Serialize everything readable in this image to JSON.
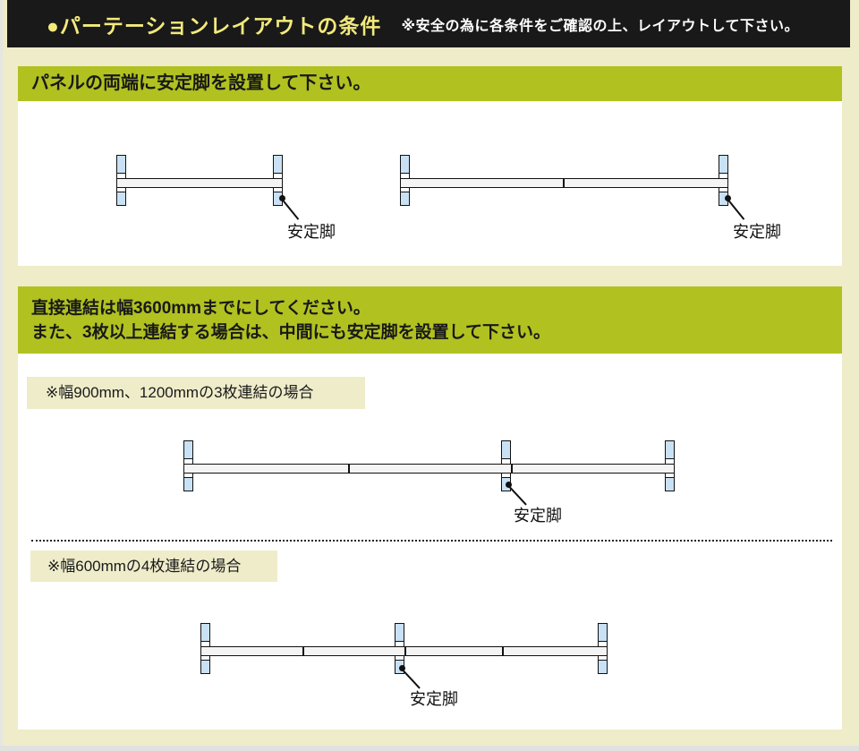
{
  "header": {
    "title": "●パーテーションレイアウトの条件",
    "note": "※安全の為に各条件をご確認の上、レイアウトして下さい。"
  },
  "section_both_ends": {
    "heading": "パネルの両端に安定脚を設置して下さい。"
  },
  "section_max_width": {
    "heading_line1": "直接連結は幅3600mmまでにしてください。",
    "heading_line2": "また、3枚以上連結する場合は、中間にも安定脚を設置して下さい。",
    "case_3panels_label": "※幅900mm、1200mmの3枚連結の場合",
    "case_4panels_label": "※幅600mmの4枚連結の場合"
  },
  "labels": {
    "stabilizer": "安定脚"
  },
  "colors": {
    "background_cream": "#efecca",
    "heading_green": "#b1c120",
    "topbar_black": "#191919",
    "topbar_title_yellow": "#f2ea7c",
    "note_white": "#ffffff",
    "foot_blue": "#c9e1f4",
    "panel_fill": "#f4f4f4",
    "outline_black": "#111111",
    "bottom_edge_gray": "#dfe2df"
  }
}
